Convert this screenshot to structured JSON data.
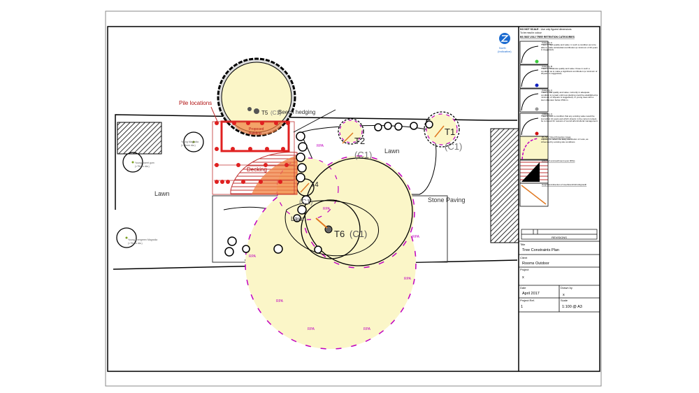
{
  "plan": {
    "labels": {
      "pile_locations": "Pile locations",
      "proposed_building": [
        "Proposed",
        "Building"
      ],
      "decking": "Decking",
      "beech_hedging": "Beech hedging",
      "lawn_left": "Lawn",
      "lawn_centre": "Lawn",
      "lawn_small": "Lawn",
      "stone_paving": "Stone Paving",
      "rpa": "RPA",
      "young_magnolia": [
        "Young Magnolia",
        "(<75mm dia.)"
      ],
      "young_gum": [
        "Young sweet gum",
        "(<75mm dia.)"
      ],
      "young_evergreen": [
        "Young Evergreen Magnolia",
        "(<75mm dia.)"
      ]
    },
    "trees": [
      {
        "id": "T1",
        "cat": "(C1)"
      },
      {
        "id": "T2",
        "cat": "(C1)"
      },
      {
        "id": "T4",
        "cat": "(C1)"
      },
      {
        "id": "T5",
        "cat": "(C1)"
      },
      {
        "id": "T6",
        "cat": "(C1)"
      }
    ],
    "north": [
      "North",
      "(Indicative)"
    ],
    "colors": {
      "rpa": "#c000c0",
      "building": "#e02020",
      "rpa_fill": "#fbf6c8",
      "encroach": "#f08040"
    }
  },
  "legend": {
    "do_not_scale": "DO NOT SCALE",
    "do_not_scale_note": " - Use only figured dimensions",
    "colour_note": "To be read in colour",
    "heading": "BS 5837:2012 TREE RETENTION CATEGORIES",
    "items": [
      {
        "title": "Category A",
        "text": "Trees of high quality and value: in such a condition as to be able to make substantial contribution (a minimum of 40 years is suggested).",
        "color": "#3ccc3c"
      },
      {
        "title": "Category B",
        "text": "Trees of moderate quality and value: those in such a condition as to make a significant contribution (a minimum of 20years is suggested).",
        "color": "#1020c0"
      },
      {
        "title": "Category C",
        "text": "Trees of low quality and value: currently in adequate condition to remain until new planting could be established (a minimum of 10years is suggested), or young trees with a stem diameter below 150mm.",
        "color": "#999999"
      },
      {
        "title": "Category U",
        "text": "Trees in such a condition that any existing value would be lost within 10 years and which should, in the current context, be removed for reasons of sound arboricultural management.",
        "color": "#d01010"
      },
      {
        "title": "BS 5837 Root Protection Areas",
        "text": "Adjusted to reflect the likely distribution of roots, as influenced by existing site conditions"
      },
      {
        "title": "Extent of encroachment upon RPAs",
        "text": ""
      },
      {
        "title": "Height and direction of tree/branch/shrub/growth",
        "text": ""
      }
    ],
    "revisions": "REVISIONS"
  },
  "title_block": {
    "title_label": "Title",
    "title": "Tree Constraints Plan",
    "client_label": "Client",
    "client": "Rooms Outdoor",
    "project_label": "Project",
    "project": "x",
    "date_label": "Date",
    "date": "April 2017",
    "drawn_label": "Drawn by",
    "drawn": "x",
    "ref_label": "Project Ref.",
    "ref": "1",
    "scale_label": "Scale",
    "scale": "1:100 @ A3"
  }
}
